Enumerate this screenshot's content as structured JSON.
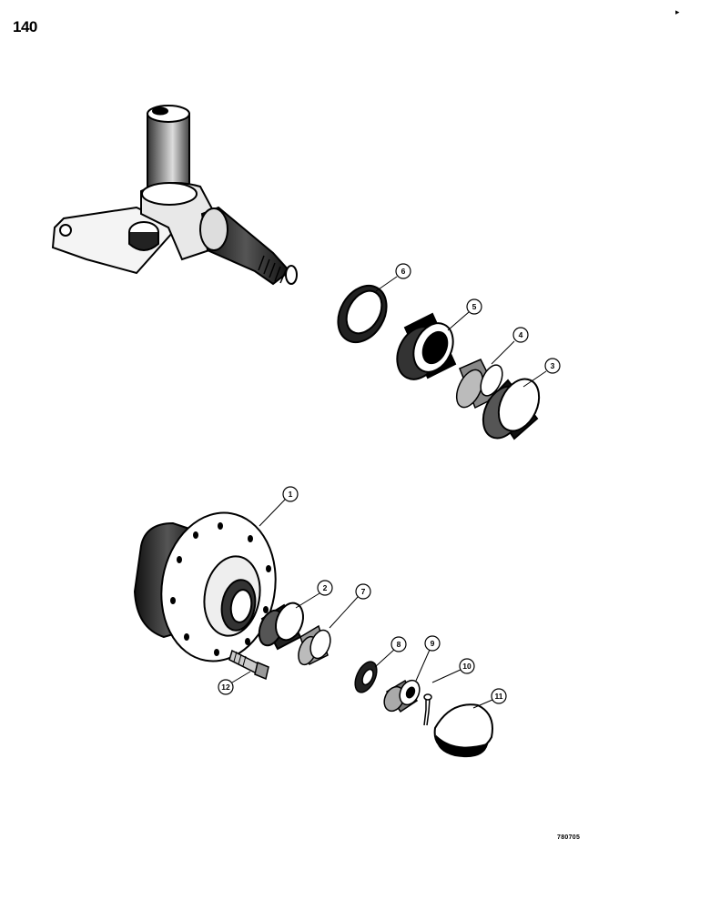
{
  "page": {
    "page_number": "140",
    "figure_code": "780705",
    "corner_mark": "▸"
  },
  "callouts": [
    {
      "label": "1"
    },
    {
      "label": "2"
    },
    {
      "label": "3"
    },
    {
      "label": "4"
    },
    {
      "label": "5"
    },
    {
      "label": "6"
    },
    {
      "label": "7"
    },
    {
      "label": "8"
    },
    {
      "label": "9"
    },
    {
      "label": "10"
    },
    {
      "label": "11"
    },
    {
      "label": "12"
    }
  ]
}
